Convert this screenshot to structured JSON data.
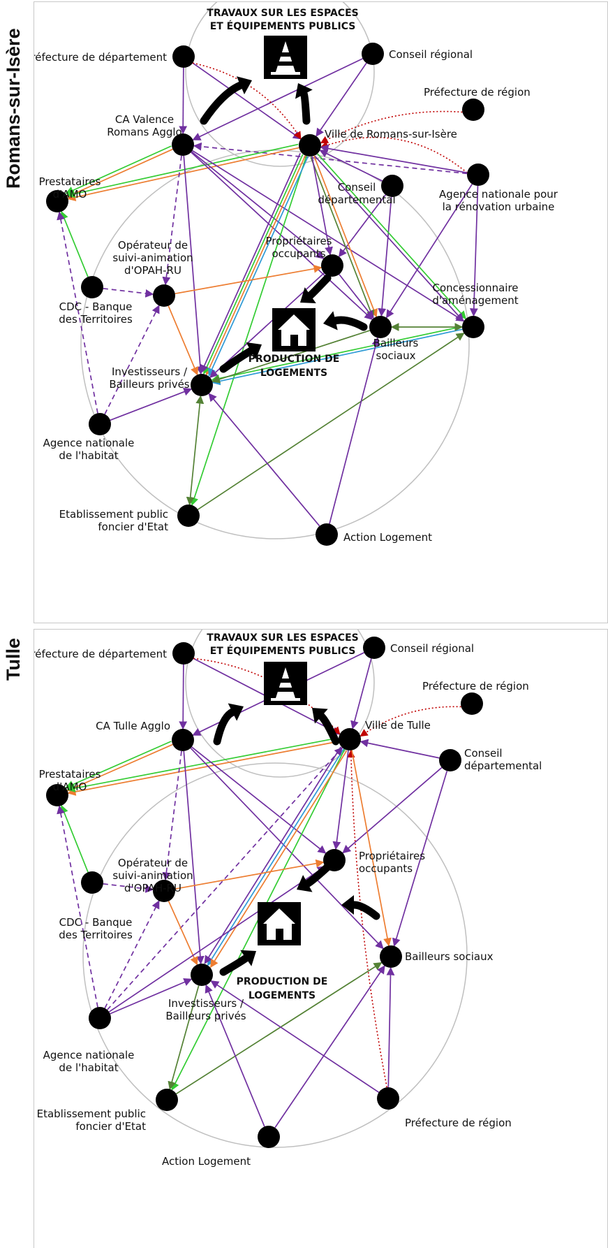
{
  "colors": {
    "purple": "#7030a0",
    "orange": "#ed7d31",
    "green": "#33cc33",
    "olive": "#548235",
    "blue": "#2e9ad6",
    "red": "#c00000",
    "circle": "#bfbfbf",
    "node": "#000000"
  },
  "icons": [
    "traffic-cone-icon",
    "house-icon"
  ],
  "panels": [
    {
      "title": "Romans-sur-Isère",
      "hub_works": [
        "TRAVAUX SUR LES ESPACES",
        "ET ÉQUIPEMENTS PUBLICS"
      ],
      "hub_housing": [
        "PRODUCTION DE",
        "LOGEMENTS"
      ],
      "nodes": {
        "pdep": [
          "Préfecture de département"
        ],
        "creg": [
          "Conseil régional"
        ],
        "preg": [
          "Préfecture de région"
        ],
        "ca": [
          "CA Valence",
          "Romans Agglo"
        ],
        "ville": [
          "Ville de Romans-sur-Isère"
        ],
        "anru": [
          "Agence nationale pour",
          "la rénovation urbaine"
        ],
        "amo": [
          "Prestataires",
          "d'AMO"
        ],
        "cdep": [
          "Conseil",
          "départemental"
        ],
        "oper": [
          "Opérateur de",
          "suivi-animation",
          "d'OPAH-RU"
        ],
        "prop": [
          "Propriétaires",
          "occupants"
        ],
        "cdc": [
          "CDC - Banque",
          "des Territoires"
        ],
        "conc": [
          "Concessionnaire",
          "d'aménagement"
        ],
        "bail": [
          "Bailleurs",
          "sociaux"
        ],
        "inv": [
          "Investisseurs /",
          "Bailleurs privés"
        ],
        "anah": [
          "Agence nationale",
          "de l'habitat"
        ],
        "epf": [
          "Etablissement public",
          "foncier d'Etat"
        ],
        "al": [
          "Action Logement"
        ]
      }
    },
    {
      "title": "Tulle",
      "hub_works": [
        "TRAVAUX SUR LES ESPACES",
        "ET ÉQUIPEMENTS PUBLICS"
      ],
      "hub_housing": [
        "PRODUCTION DE",
        "LOGEMENTS"
      ],
      "nodes": {
        "pdep": [
          "Préfecture de département"
        ],
        "creg": [
          "Conseil régional"
        ],
        "preg": [
          "Préfecture de région"
        ],
        "ca": [
          "CA Tulle Agglo"
        ],
        "ville": [
          "Ville de Tulle"
        ],
        "cdep": [
          "Conseil",
          "départemental"
        ],
        "amo": [
          "Prestataires",
          "d'AMO"
        ],
        "oper": [
          "Opérateur de",
          "suivi-animation",
          "d'OPAH-RU"
        ],
        "prop": [
          "Propriétaires",
          "occupants"
        ],
        "cdc": [
          "CDC - Banque",
          "des Territoires"
        ],
        "bail": [
          "Bailleurs sociaux"
        ],
        "inv": [
          "Investisseurs /",
          "Bailleurs privés"
        ],
        "anah": [
          "Agence nationale",
          "de l'habitat"
        ],
        "epf": [
          "Etablissement public",
          "foncier d'Etat"
        ],
        "preg2": [
          "Préfecture de région"
        ],
        "al": [
          "Action Logement"
        ]
      }
    }
  ]
}
